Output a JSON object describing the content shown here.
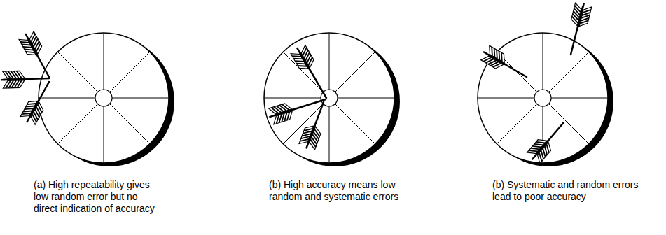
{
  "diagram": {
    "labels": [
      "(a) High repeatability gives low random error but no direct indication of accuracy",
      "(b) High accuracy means low random and systematic errors",
      "(b) Systematic and random errors lead to poor accuracy"
    ]
  }
}
